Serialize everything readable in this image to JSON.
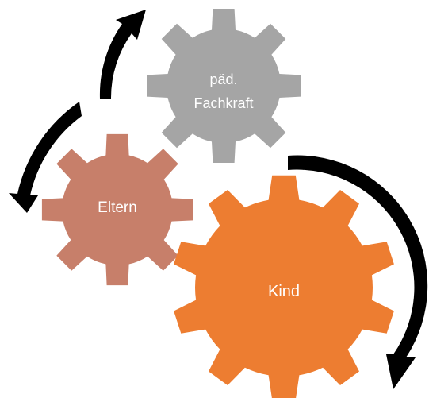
{
  "diagram": {
    "gears": [
      {
        "id": "fachkraft",
        "lines": [
          "päd.",
          "Fachkraft"
        ],
        "color": "#a5a5a5"
      },
      {
        "id": "eltern",
        "lines": [
          "Eltern"
        ],
        "color": "#c77f6a"
      },
      {
        "id": "kind",
        "lines": [
          "Kind"
        ],
        "color": "#ed7d31"
      }
    ],
    "arrows": [
      {
        "id": "fachkraft-arrow",
        "color": "#a5a5a5"
      },
      {
        "id": "eltern-arrow",
        "color": "#c77f6a"
      },
      {
        "id": "kind-arrow",
        "color": "#ed7d31"
      }
    ]
  }
}
